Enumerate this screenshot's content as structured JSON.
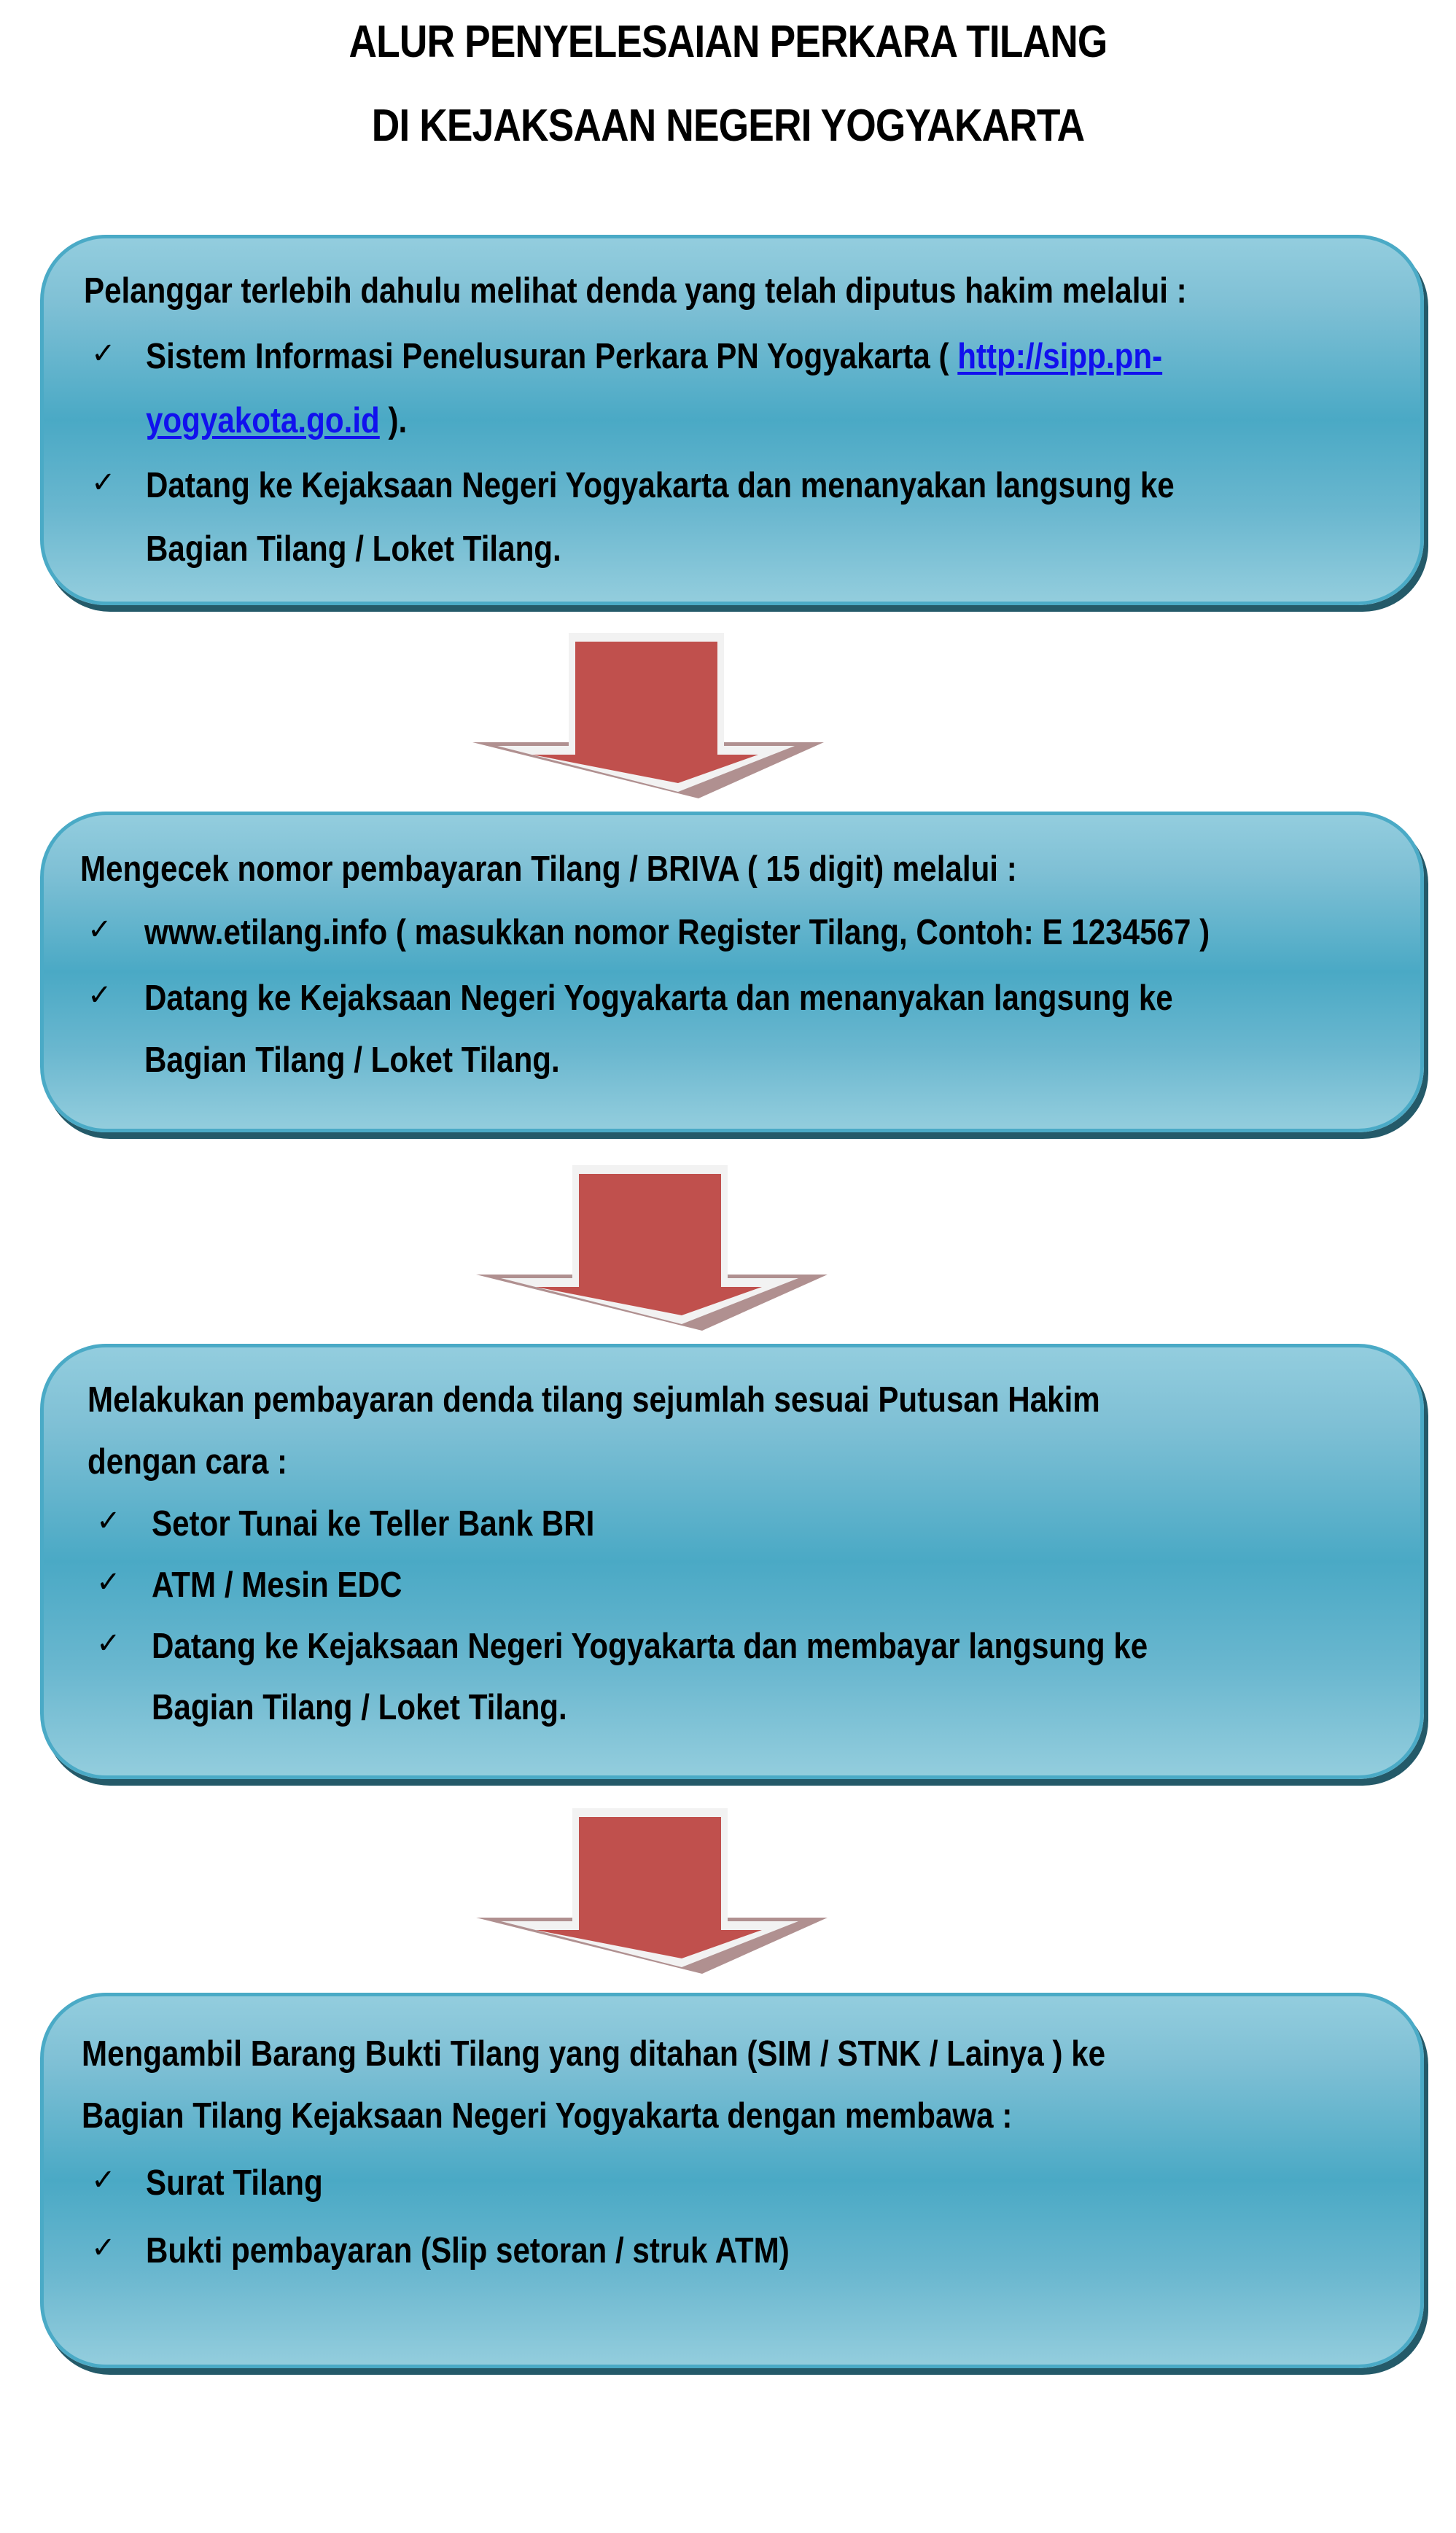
{
  "title": {
    "line1": "ALUR PENYELESAIAN PERKARA TILANG",
    "line2": "DI KEJAKSAAN NEGERI YOGYAKARTA"
  },
  "colors": {
    "box_light": "#93cdde",
    "box_mid": "#4aa9c5",
    "box_border": "#4aaac6",
    "box_shadow": "#245a69",
    "arrow_fill": "#c0504d",
    "arrow_outline": "#f2f2f2",
    "arrow_shadow": "#b09090",
    "link": "#1111ee"
  },
  "steps": [
    {
      "intro": "Pelanggar terlebih dahulu melihat denda yang telah diputus hakim melalui :",
      "items": [
        {
          "text_before": "Sistem Informasi Penelusuran Perkara PN Yogyakarta ( ",
          "link_part1": "http://sipp.pn-",
          "link_part2": "yogyakota.go.id",
          "text_after": " )."
        },
        {
          "line1": "Datang ke Kejaksaan Negeri Yogyakarta dan menanyakan langsung ke",
          "line2": "Bagian Tilang / Loket Tilang."
        }
      ]
    },
    {
      "intro": "Mengecek nomor pembayaran Tilang / BRIVA ( 15 digit) melalui :",
      "items": [
        {
          "line1": "www.etilang.info ( masukkan nomor Register Tilang, Contoh: E 1234567 )"
        },
        {
          "line1": "Datang ke Kejaksaan Negeri Yogyakarta dan menanyakan langsung ke",
          "line2": "Bagian Tilang / Loket Tilang."
        }
      ]
    },
    {
      "intro_line1": "Melakukan pembayaran denda tilang sejumlah sesuai Putusan Hakim",
      "intro_line2": "dengan cara :",
      "items": [
        {
          "line1": "Setor Tunai ke Teller Bank BRI"
        },
        {
          "line1": "ATM / Mesin EDC"
        },
        {
          "line1": "Datang ke Kejaksaan Negeri Yogyakarta dan membayar langsung ke",
          "line2": "Bagian Tilang / Loket Tilang."
        }
      ]
    },
    {
      "intro_line1": "Mengambil Barang Bukti Tilang yang ditahan (SIM / STNK / Lainya ) ke",
      "intro_line2": "Bagian Tilang Kejaksaan Negeri Yogyakarta dengan membawa :",
      "items": [
        {
          "line1": "Surat Tilang"
        },
        {
          "line1": "Bukti pembayaran (Slip setoran / struk ATM)"
        }
      ]
    }
  ],
  "icons": {
    "check": "✓",
    "arrow": "down-arrow"
  }
}
